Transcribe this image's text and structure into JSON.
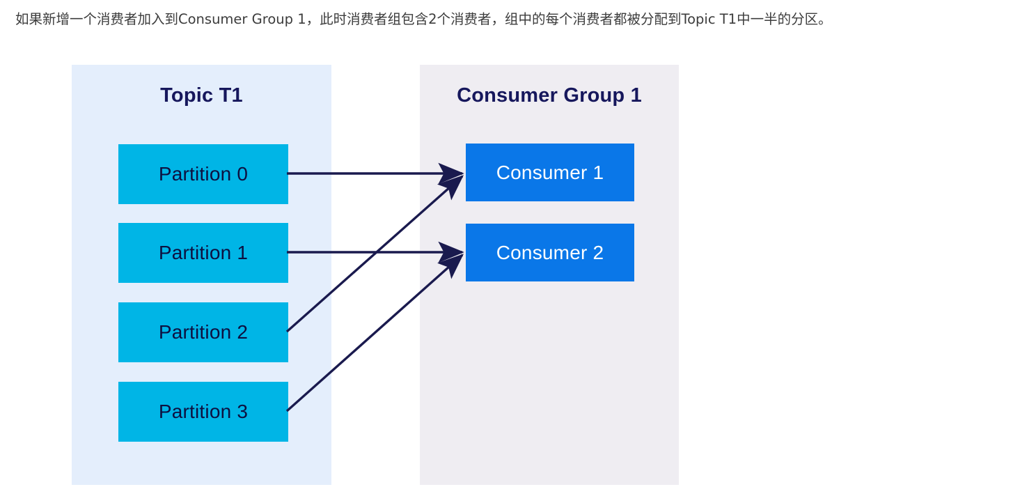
{
  "caption": {
    "text": "如果新增一个消费者加入到Consumer Group 1，此时消费者组包含2个消费者，组中的每个消费者都被分配到Topic T1中一半的分区。"
  },
  "diagram": {
    "type": "flow",
    "colors": {
      "topic_panel_bg": "#e4eefc",
      "group_panel_bg": "#efedf2",
      "partition_fill": "#00b5e6",
      "partition_text": "#0d1040",
      "consumer_fill": "#0a77e8",
      "consumer_text": "#ffffff",
      "title_text": "#16175c",
      "arrow": "#1a1a4e",
      "caption_text": "#3c3c3c"
    },
    "topic_panel": {
      "title": "Topic T1",
      "partitions": [
        {
          "label": "Partition 0"
        },
        {
          "label": "Partition 1"
        },
        {
          "label": "Partition 2"
        },
        {
          "label": "Partition 3"
        }
      ]
    },
    "group_panel": {
      "title": "Consumer Group 1",
      "consumers": [
        {
          "label": "Consumer 1"
        },
        {
          "label": "Consumer 2"
        }
      ]
    },
    "connections": [
      {
        "from": "Partition 0",
        "to": "Consumer 1",
        "style": "straight"
      },
      {
        "from": "Partition 1",
        "to": "Consumer 2",
        "style": "straight"
      },
      {
        "from": "Partition 2",
        "to": "Consumer 1",
        "style": "diagonal"
      },
      {
        "from": "Partition 3",
        "to": "Consumer 2",
        "style": "diagonal"
      }
    ]
  }
}
